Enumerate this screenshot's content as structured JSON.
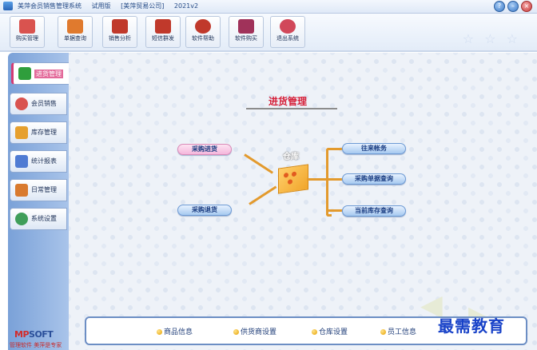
{
  "window": {
    "title_parts": [
      "美萍会员销售管理系统",
      "试用版",
      "[美萍贸易公司]",
      "2021v2"
    ],
    "controls": [
      "help",
      "minimize",
      "close"
    ]
  },
  "toolbar": {
    "buttons": [
      {
        "label": "购买管理",
        "icon": "cart-icon",
        "color": "#d9534f"
      },
      {
        "label": "单据查询",
        "icon": "magnifier-icon",
        "color": "#e07a2e"
      },
      {
        "label": "销售分析",
        "icon": "bar-chart-icon",
        "color": "#c0392b"
      },
      {
        "label": "短信群发",
        "icon": "envelope-icon",
        "color": "#c0392b"
      },
      {
        "label": "软件帮助",
        "icon": "question-icon",
        "color": "#c0392b"
      },
      {
        "label": "软件购买",
        "icon": "ticket-icon",
        "color": "#a0325a"
      },
      {
        "label": "退出系统",
        "icon": "power-icon",
        "color": "#d1485a"
      }
    ]
  },
  "sidebar": {
    "items": [
      {
        "label": "进货管理",
        "icon": "plus-icon",
        "color": "#2f9e3c"
      },
      {
        "label": "会员销售",
        "icon": "person-icon",
        "color": "#d9534f"
      },
      {
        "label": "库存管理",
        "icon": "star-icon",
        "color": "#e6a02e"
      },
      {
        "label": "统计报表",
        "icon": "chart-icon",
        "color": "#4f7bd3"
      },
      {
        "label": "日常管理",
        "icon": "tools-icon",
        "color": "#d97a2e"
      },
      {
        "label": "系统设置",
        "icon": "gear-icon",
        "color": "#3f9e5a"
      }
    ],
    "logo_red": "MP",
    "logo_blue": "SOFT",
    "slogan": "管理软件 美萍是专家"
  },
  "main": {
    "section_title": "进货管理",
    "warehouse_label": "仓库",
    "left_actions": [
      "采购进货",
      "采购退货"
    ],
    "right_actions": [
      "往来帐务",
      "采购单据查询",
      "当前库存查询"
    ],
    "bottom_links": [
      "商品信息",
      "供货商设置",
      "仓库设置",
      "员工信息"
    ]
  },
  "watermark": "最需教育"
}
